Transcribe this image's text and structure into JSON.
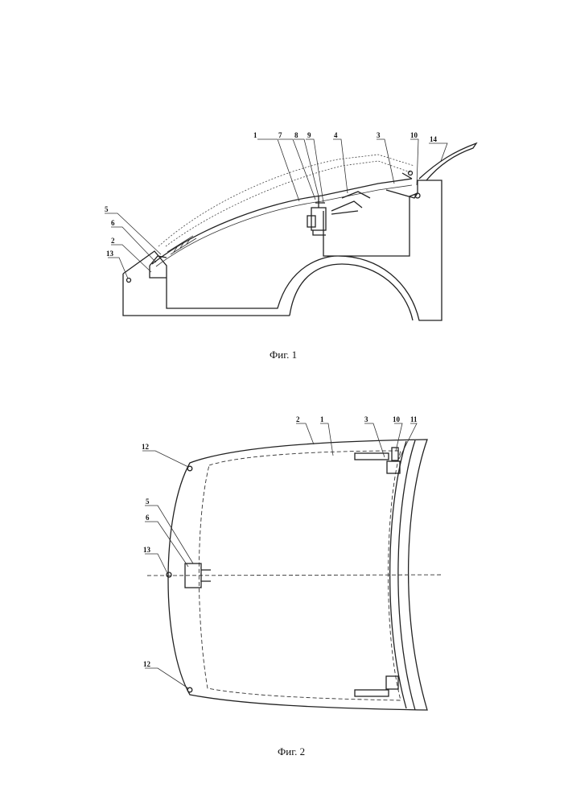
{
  "figures": [
    {
      "caption": "Фиг. 1",
      "labels": [
        "1",
        "7",
        "8",
        "9",
        "4",
        "3",
        "10",
        "14",
        "5",
        "6",
        "2",
        "13"
      ]
    },
    {
      "caption": "Фиг. 2",
      "labels": [
        "2",
        "1",
        "3",
        "10",
        "11",
        "12",
        "5",
        "6",
        "13",
        "12"
      ]
    }
  ]
}
